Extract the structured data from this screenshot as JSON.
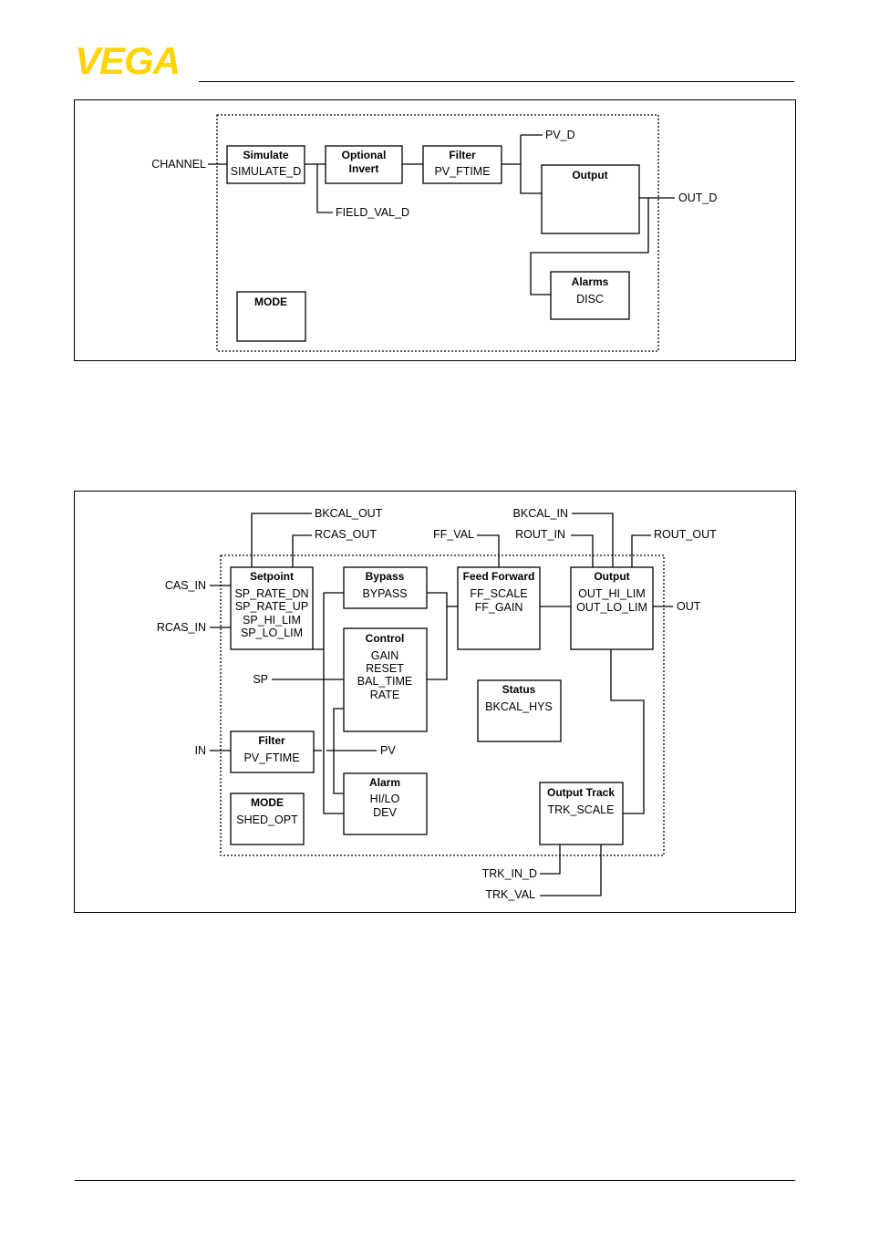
{
  "header": {
    "brand": "VEGA",
    "brand_color": "#FFD400"
  },
  "diagram1": {
    "inputs": {
      "channel": "CHANNEL"
    },
    "outputs": {
      "pv_d": "PV_D",
      "out_d": "OUT_D",
      "field_val_d": "FIELD_VAL_D"
    },
    "blocks": {
      "simulate": {
        "title": "Simulate",
        "line1": "SIMULATE_D"
      },
      "optional_invert": {
        "title1": "Optional",
        "title2": "Invert"
      },
      "filter": {
        "title": "Filter",
        "line1": "PV_FTIME"
      },
      "output": {
        "title": "Output"
      },
      "alarms": {
        "title": "Alarms",
        "line1": "DISC"
      },
      "mode": {
        "title": "MODE"
      }
    }
  },
  "diagram2": {
    "signals": {
      "bkcal_out": "BKCAL_OUT",
      "rcas_out": "RCAS_OUT",
      "ff_val": "FF_VAL",
      "bkcal_in": "BKCAL_IN",
      "rout_in": "ROUT_IN",
      "rout_out": "ROUT_OUT",
      "cas_in": "CAS_IN",
      "rcas_in": "RCAS_IN",
      "sp": "SP",
      "in": "IN",
      "pv": "PV",
      "out": "OUT",
      "trk_in_d": "TRK_IN_D",
      "trk_val": "TRK_VAL"
    },
    "blocks": {
      "setpoint": {
        "title": "Setpoint",
        "lines": [
          "SP_RATE_DN",
          "SP_RATE_UP",
          "SP_HI_LIM",
          "SP_LO_LIM"
        ]
      },
      "bypass": {
        "title": "Bypass",
        "lines": [
          "BYPASS"
        ]
      },
      "feed_forward": {
        "title": "Feed Forward",
        "lines": [
          "FF_SCALE",
          "FF_GAIN"
        ]
      },
      "output": {
        "title": "Output",
        "lines": [
          "OUT_HI_LIM",
          "OUT_LO_LIM"
        ]
      },
      "control": {
        "title": "Control",
        "lines": [
          "GAIN",
          "RESET",
          "BAL_TIME",
          "RATE"
        ]
      },
      "status": {
        "title": "Status",
        "lines": [
          "BKCAL_HYS"
        ]
      },
      "filter": {
        "title": "Filter",
        "lines": [
          "PV_FTIME"
        ]
      },
      "alarm": {
        "title": "Alarm",
        "lines": [
          "HI/LO",
          "DEV"
        ]
      },
      "mode": {
        "title": "MODE",
        "lines": [
          "SHED_OPT"
        ]
      },
      "output_track": {
        "title": "Output Track",
        "lines": [
          "TRK_SCALE"
        ]
      }
    }
  }
}
